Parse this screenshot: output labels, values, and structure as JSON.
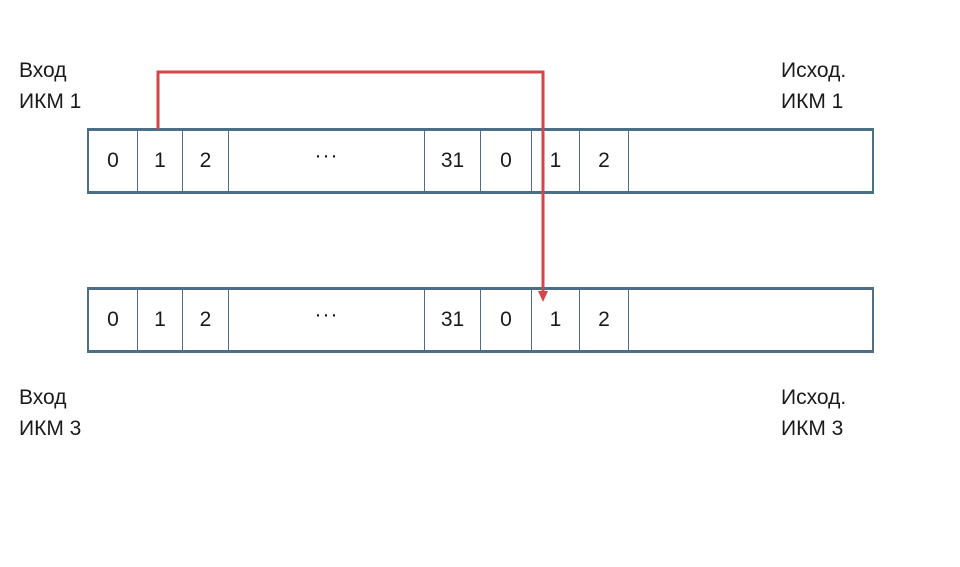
{
  "labels": {
    "in1": [
      "Вход",
      "ИКМ 1"
    ],
    "out1": [
      "Исход.",
      "ИКМ 1"
    ],
    "in3": [
      "Вход",
      "ИКМ 3"
    ],
    "out3": [
      "Исход.",
      "ИКМ 3"
    ]
  },
  "frames": {
    "top": {
      "cells": [
        "0",
        "1",
        "2",
        "···",
        "31",
        "0",
        "1",
        "2",
        ""
      ]
    },
    "bottom": {
      "cells": [
        "0",
        "1",
        "2",
        "···",
        "31",
        "0",
        "1",
        "2",
        ""
      ]
    }
  },
  "colors": {
    "frame_border": "#4a6f86",
    "arrow": "#d0464a"
  }
}
